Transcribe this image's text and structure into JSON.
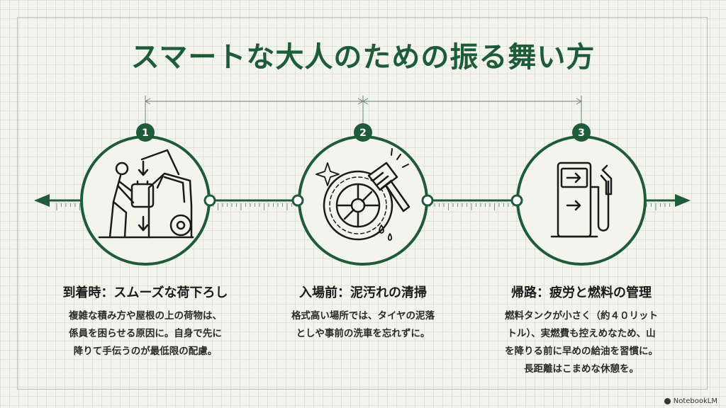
{
  "title": "スマートな大人のための振る舞い方",
  "colors": {
    "accent": "#1e5b38",
    "background": "#f3f4ec"
  },
  "steps": [
    {
      "number": "1",
      "icon": "person-unloading-car-trunk-icon",
      "label": "到着時：スムーズな荷下ろし",
      "desc_lines": [
        "複雑な積み方や屋根の上の荷物は、",
        "係員を困らせる原因に。自身で先に",
        "降りて手伝うのが最低限の配慮。"
      ]
    },
    {
      "number": "2",
      "icon": "tire-cleaning-brush-icon",
      "label": "入場前：泥汚れの清掃",
      "desc_lines": [
        "格式高い場所では、タイヤの泥落",
        "としや事前の洗車を忘れずに。"
      ]
    },
    {
      "number": "3",
      "icon": "fuel-pump-icon",
      "label": "帰路：疲労と燃料の管理",
      "desc_lines": [
        "燃料タンクが小さく（約４０リット",
        "トル）、実燃費も控えめなため、山",
        "を降りる前に早めの給油を習慣に。",
        "長距離はこまめな休憩を。"
      ]
    }
  ],
  "brand": "NotebookLM"
}
